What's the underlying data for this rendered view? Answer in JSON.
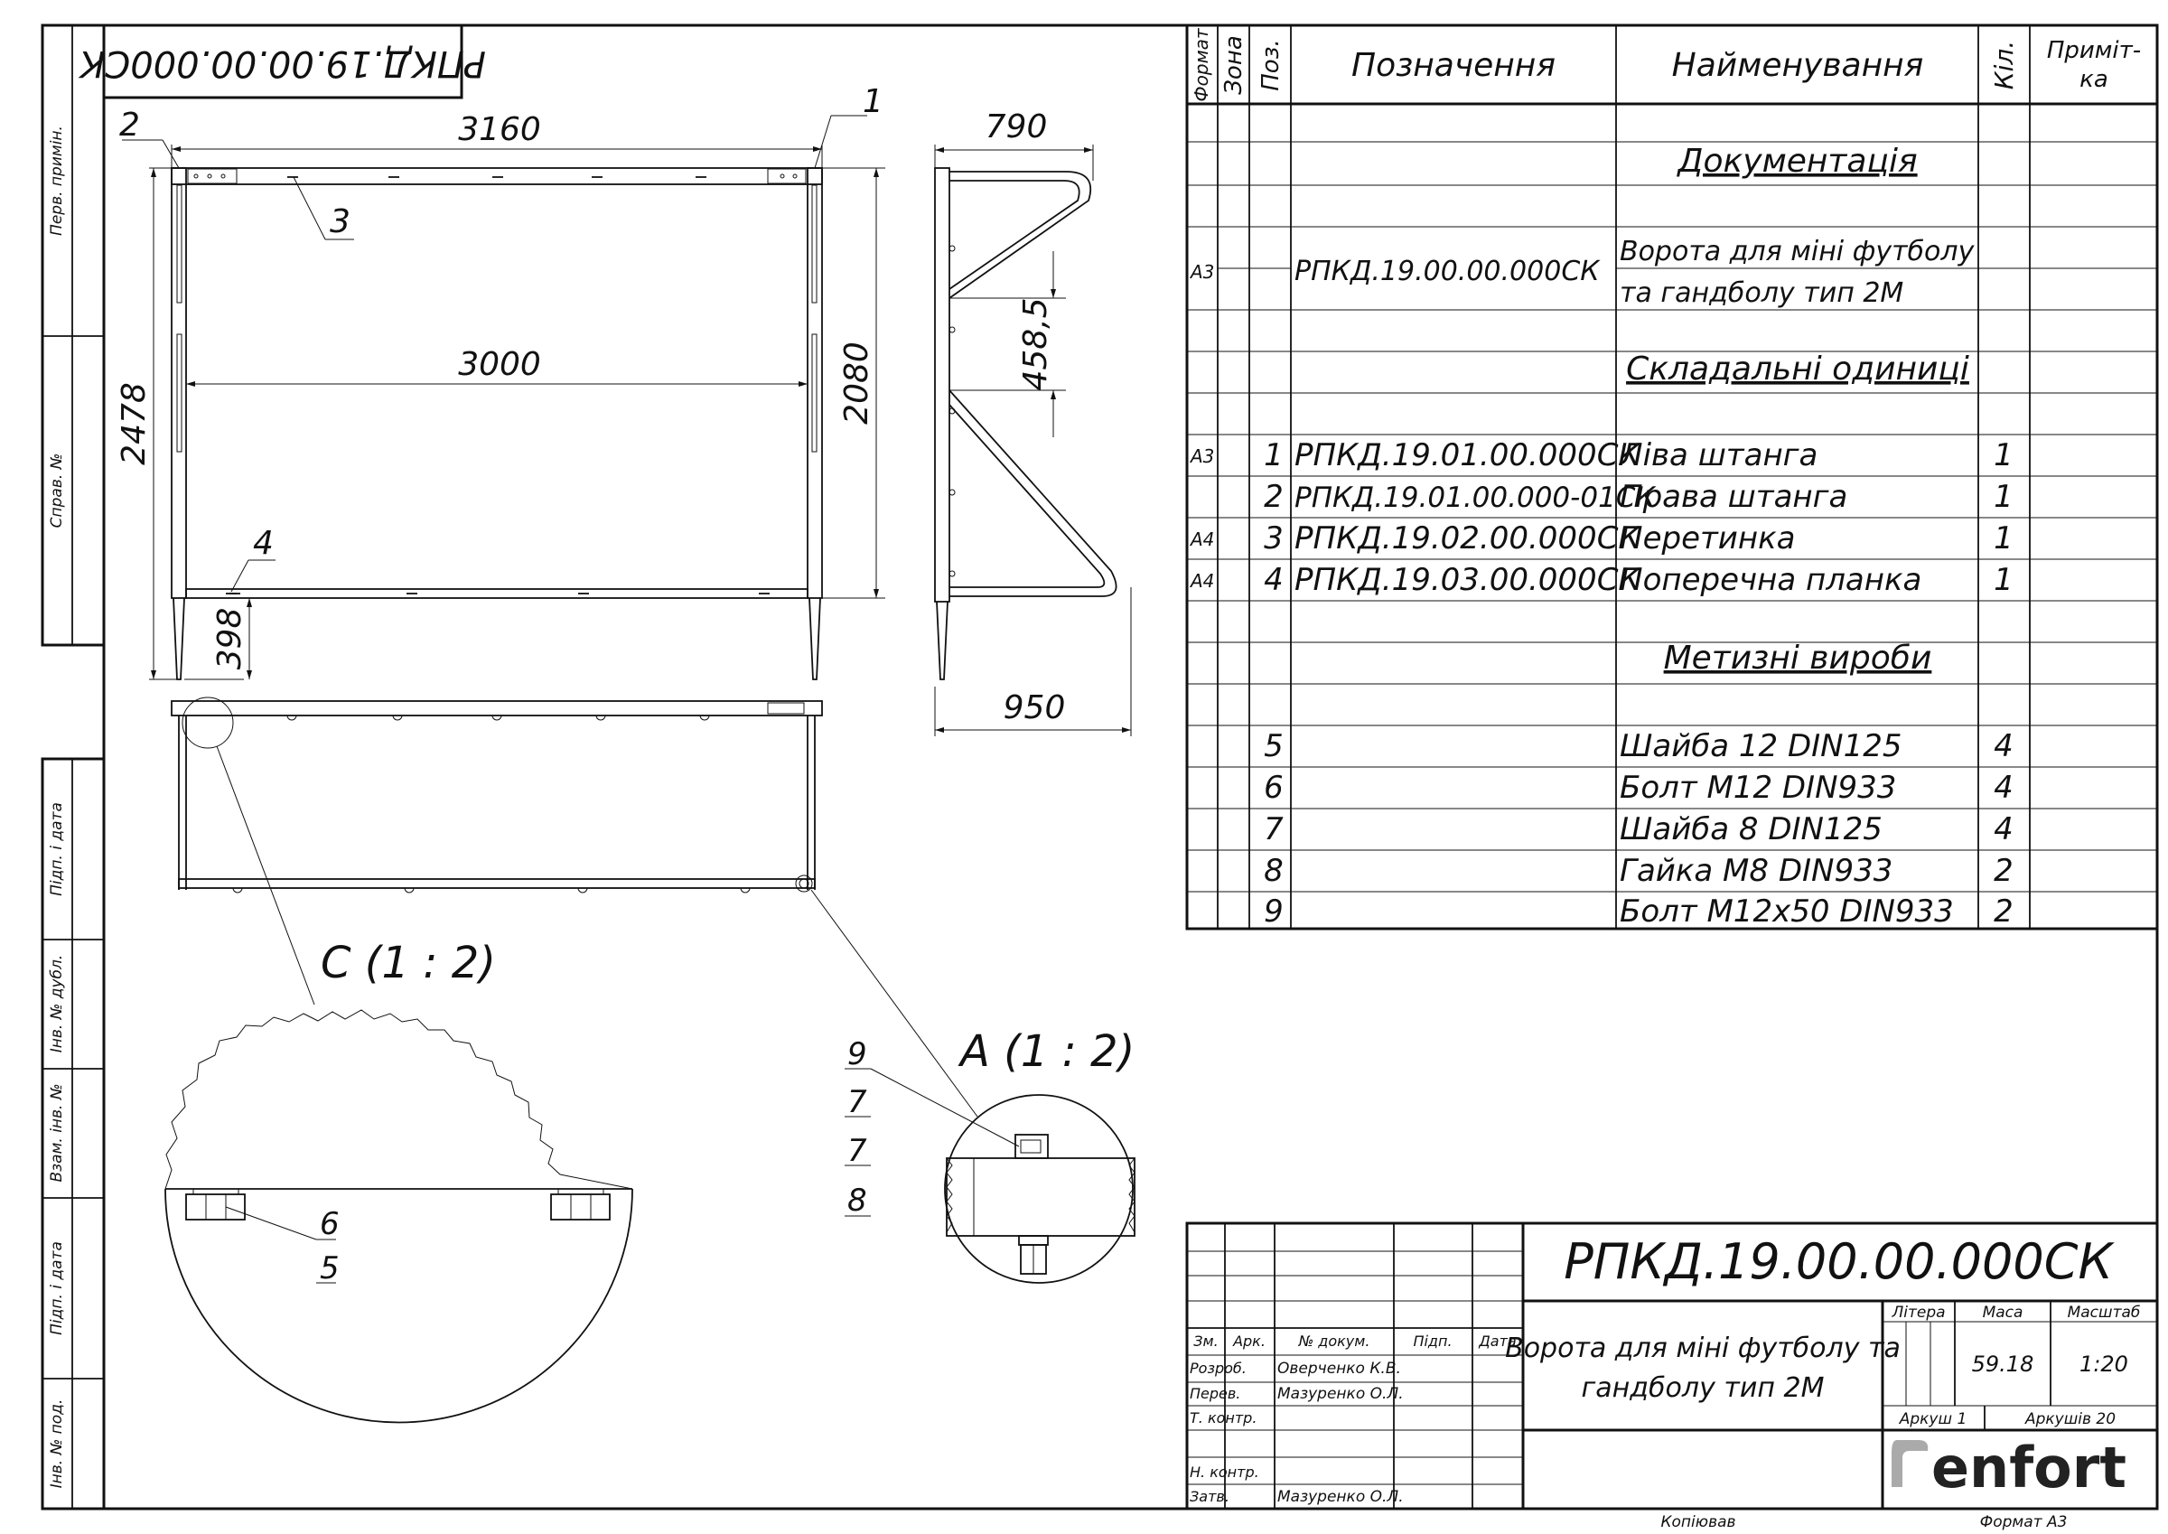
{
  "stamp_mirrored": "РПКД.19.00.00.000СК",
  "side_labels": [
    "Перв. примін.",
    "Справ. №",
    "Підп. і дата",
    "Інв. № дубл.",
    "Взам. інв. №",
    "Підп. і дата",
    "Інв. № под."
  ],
  "dims": {
    "d3160": "3160",
    "d3000": "3000",
    "d2478": "2478",
    "d2080": "2080",
    "d398": "398",
    "d790": "790",
    "d458": "458,5",
    "d950": "950"
  },
  "callouts": {
    "c1": "1",
    "c2": "2",
    "c3": "3",
    "c4": "4",
    "c5": "5",
    "c6": "6",
    "c9": "9",
    "c7a": "7",
    "c7b": "7",
    "c8": "8"
  },
  "views": {
    "detail_c": "С (1 : 2)",
    "detail_a": "А (1 : 2)"
  },
  "spec": {
    "headers": {
      "format": "Формат",
      "zone": "Зона",
      "pos": "Поз.",
      "designation": "Позначення",
      "name": "Найменування",
      "qty": "Кіл.",
      "note": "Приміт-ка",
      "note1": "Приміт-",
      "note2": "ка"
    },
    "sections": {
      "docs": "Документація",
      "assemblies": "Складальні одиниці",
      "hardware": "Метизні вироби"
    },
    "doc_row": {
      "format": "А3",
      "designation": "РПКД.19.00.00.000СК",
      "name1": "Ворота для міні футболу",
      "name2": "та гандболу тип 2М"
    },
    "assembly_rows": [
      {
        "format": "А3",
        "pos": "1",
        "designation": "РПКД.19.01.00.000СК",
        "name": "Ліва штанга",
        "qty": "1"
      },
      {
        "format": "",
        "pos": "2",
        "designation": "РПКД.19.01.00.000-01СК",
        "name": "Права штанга",
        "qty": "1"
      },
      {
        "format": "А4",
        "pos": "3",
        "designation": "РПКД.19.02.00.000СК",
        "name": "Перетинка",
        "qty": "1"
      },
      {
        "format": "А4",
        "pos": "4",
        "designation": "РПКД.19.03.00.000СК",
        "name": "Поперечна планка",
        "qty": "1"
      }
    ],
    "hardware_rows": [
      {
        "pos": "5",
        "name": "Шайба 12 DIN125",
        "qty": "4"
      },
      {
        "pos": "6",
        "name": "Болт М12 DIN933",
        "qty": "4"
      },
      {
        "pos": "7",
        "name": "Шайба 8 DIN125",
        "qty": "4"
      },
      {
        "pos": "8",
        "name": "Гайка М8 DIN933",
        "qty": "2"
      },
      {
        "pos": "9",
        "name": "Болт М12х50 DIN933",
        "qty": "2"
      }
    ]
  },
  "title_block": {
    "doc_code": "РПКД.19.00.00.000СК",
    "product1": "Ворота для міні футболу та",
    "product2": "гандболу тип 2М",
    "h_change": "Зм.",
    "h_sheet": "Арк.",
    "h_docno": "№ докум.",
    "h_sign": "Підп.",
    "h_date": "Дата",
    "r_dev": "Розроб.",
    "n_dev": "Оверченко К.В.",
    "r_check": "Перев.",
    "n_check": "Мазуренко О.Л.",
    "r_tcontr": "Т. контр.",
    "r_ncontr": "Н. контр.",
    "r_approve": "Затв.",
    "n_approve": "Мазуренко О.Л.",
    "h_litera": "Літера",
    "h_mass": "Маса",
    "h_scale": "Масштаб",
    "mass": "59.18",
    "scale": "1:20",
    "sheet": "Аркуш 1",
    "sheets": "Аркушів 20",
    "logo": "enfort",
    "copied": "Копіював",
    "format": "Формат А3"
  }
}
